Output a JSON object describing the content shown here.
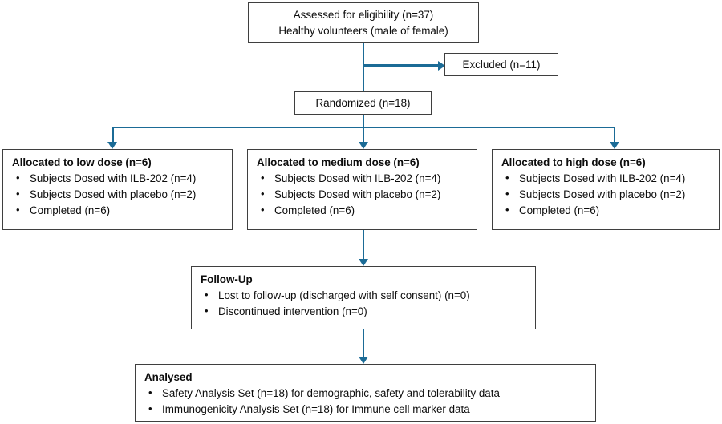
{
  "diagram": {
    "type": "consort-flow-diagram",
    "colors": {
      "connector": "#1b6b96",
      "box_border": "#3f3f3f",
      "background": "#ffffff",
      "text": "#0d0d0d"
    },
    "nodes": {
      "assessed": {
        "line1": "Assessed for eligibility (n=37)",
        "line2": "Healthy volunteers (male of female)"
      },
      "excluded": {
        "label": "Excluded (n=11)"
      },
      "randomized": {
        "label": "Randomized (n=18)"
      },
      "low_dose": {
        "title": "Allocated to low dose (n=6)",
        "bullets": [
          "Subjects Dosed with ILB-202 (n=4)",
          "Subjects Dosed with placebo (n=2)",
          "Completed (n=6)"
        ]
      },
      "medium_dose": {
        "title": "Allocated to medium dose (n=6)",
        "bullets": [
          "Subjects Dosed with ILB-202 (n=4)",
          "Subjects Dosed with placebo (n=2)",
          "Completed (n=6)"
        ]
      },
      "high_dose": {
        "title": "Allocated to high dose (n=6)",
        "bullets": [
          "Subjects Dosed with ILB-202 (n=4)",
          "Subjects Dosed with placebo (n=2)",
          "Completed (n=6)"
        ]
      },
      "follow_up": {
        "title": "Follow-Up",
        "bullets": [
          "Lost to follow-up (discharged with self consent) (n=0)",
          "Discontinued intervention (n=0)"
        ]
      },
      "analysed": {
        "title": "Analysed",
        "bullets": [
          "Safety Analysis Set (n=18) for demographic, safety and tolerability data",
          "Immunogenicity Analysis Set (n=18) for Immune cell marker data"
        ]
      }
    },
    "connectors": [
      {
        "name": "assessed-to-randomized",
        "kind": "vertical-line"
      },
      {
        "name": "randomized-to-excluded",
        "kind": "horizontal-arrow"
      },
      {
        "name": "randomized-to-allocation-split",
        "kind": "split-bar"
      },
      {
        "name": "split-to-low-dose",
        "kind": "down-arrow"
      },
      {
        "name": "split-to-medium-dose",
        "kind": "down-arrow"
      },
      {
        "name": "split-to-high-dose",
        "kind": "down-arrow"
      },
      {
        "name": "medium-dose-to-follow-up",
        "kind": "down-arrow"
      },
      {
        "name": "follow-up-to-analysed",
        "kind": "down-arrow"
      }
    ]
  }
}
